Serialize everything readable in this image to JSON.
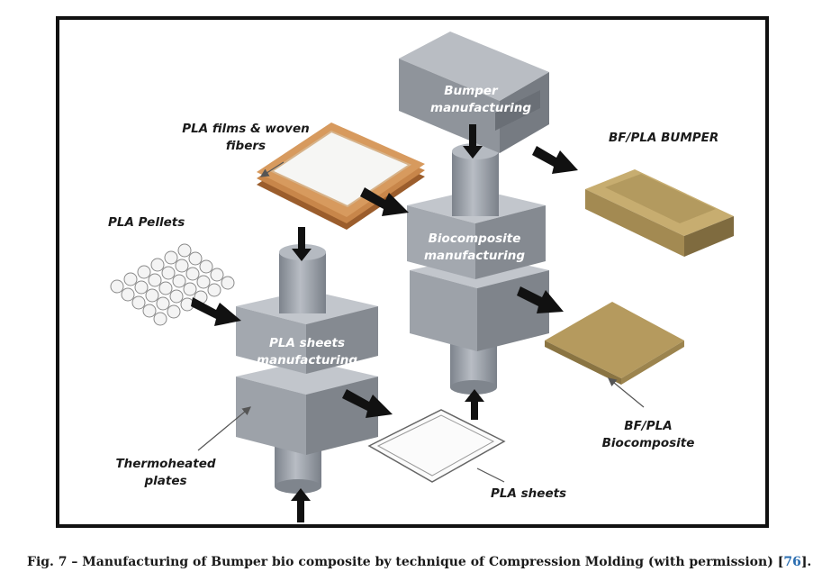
{
  "diagram": {
    "labels": {
      "bumper_manufacturing": "Bumper manufacturing",
      "bf_pla_bumper": "BF/PLA BUMPER",
      "pla_films_woven_fibers": "PLA films & woven fibers",
      "biocomposite_manufacturing": "Biocomposite manufacturing",
      "pla_pellets": "PLA Pellets",
      "pla_sheets_manufacturing": "PLA sheets manufacturing",
      "bf_pla_biocomposite": "BF/PLA Biocomposite",
      "thermoheated_plates": "Thermoheated plates",
      "pla_sheets": "PLA sheets"
    },
    "colors": {
      "press_block": "#a9adb3",
      "press_block_dark": "#7e838a",
      "press_cylinder": "#9aa0a8",
      "composite": "#b59a5e",
      "composite_dark": "#8a7442",
      "films": "#c8864a",
      "arrow": "#111111"
    }
  },
  "caption": {
    "text": "Fig. 7 – Manufacturing of Bumper bio composite by technique of Compression Molding (with permission) [",
    "ref": "76",
    "end": "]."
  }
}
